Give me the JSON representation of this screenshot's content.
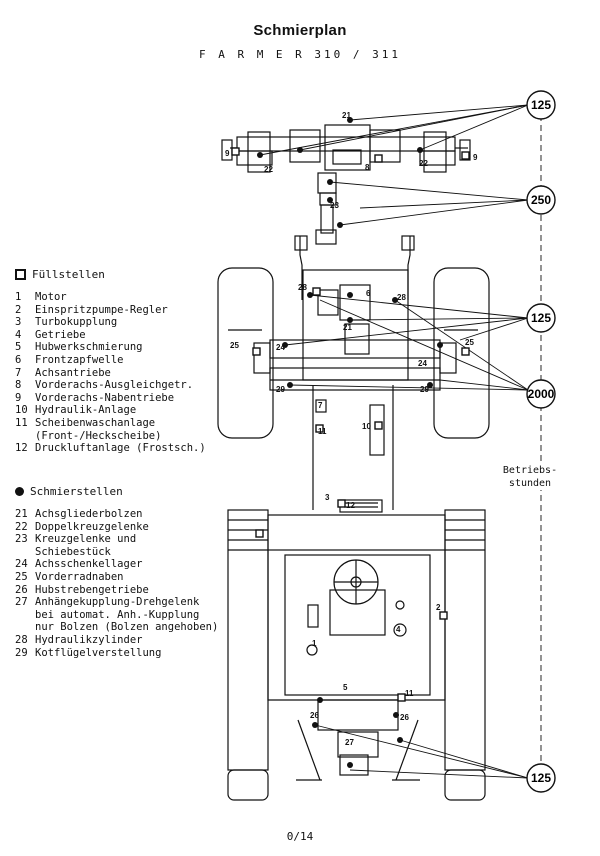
{
  "title": "Schmierplan",
  "subtitle": "F A R M E R   310 / 311",
  "fill_points": {
    "heading": "Füllstellen",
    "items": [
      {
        "num": "1",
        "label": "Motor"
      },
      {
        "num": "2",
        "label": "Einspritzpumpe-Regler"
      },
      {
        "num": "3",
        "label": "Turbokupplung"
      },
      {
        "num": "4",
        "label": "Getriebe"
      },
      {
        "num": "5",
        "label": "Hubwerkschmierung"
      },
      {
        "num": "6",
        "label": "Frontzapfwelle"
      },
      {
        "num": "7",
        "label": "Achsantriebe"
      },
      {
        "num": "8",
        "label": "Vorderachs-Ausgleichgetr."
      },
      {
        "num": "9",
        "label": "Vorderachs-Nabentriebe"
      },
      {
        "num": "10",
        "label": "Hydraulik-Anlage"
      },
      {
        "num": "11",
        "label": "Scheibenwaschanlage",
        "cont": "(Front-/Heckscheibe)"
      },
      {
        "num": "12",
        "label": "Druckluftanlage (Frostsch.)"
      }
    ]
  },
  "grease_points": {
    "heading": "Schmierstellen",
    "items": [
      {
        "num": "21",
        "label": "Achsgliederbolzen"
      },
      {
        "num": "22",
        "label": "Doppelkreuzgelenke"
      },
      {
        "num": "23",
        "label": "Kreuzgelenke und",
        "cont": "Schiebestück"
      },
      {
        "num": "24",
        "label": "Achsschenkellager"
      },
      {
        "num": "25",
        "label": "Vorderradnaben"
      },
      {
        "num": "26",
        "label": "Hubstrebengetriebe"
      },
      {
        "num": "27",
        "label": "Anhängekupplung-Drehgelenk",
        "cont": "bei automat. Anh.-Kupplung",
        "cont2": "nur Bolzen (Bolzen angehoben)"
      },
      {
        "num": "28",
        "label": "Hydraulikzylinder"
      },
      {
        "num": "29",
        "label": "Kotflügelverstellung"
      }
    ]
  },
  "intervals": [
    "125",
    "250",
    "125",
    "2000",
    "125"
  ],
  "interval_axis_label": "Betriebs-\nstunden",
  "callouts": {
    "c21a": "21",
    "c9l": "9",
    "c9r": "9",
    "c22l": "22",
    "c22r": "22",
    "c8": "8",
    "c23": "23",
    "c28l": "28",
    "c28r": "28",
    "c6": "6",
    "c21b": "21",
    "c25l": "25",
    "c25r": "25",
    "c24l": "24",
    "c24r": "24",
    "c29l": "29",
    "c29r": "29",
    "c7": "7",
    "c10": "10",
    "c11": "11",
    "c3": "3",
    "c12": "12",
    "c5": "5",
    "c11b": "11",
    "c26l": "26",
    "c26r": "26",
    "c27": "27",
    "c2": "2",
    "c1": "1",
    "c4": "4"
  },
  "page_number": "0/14"
}
